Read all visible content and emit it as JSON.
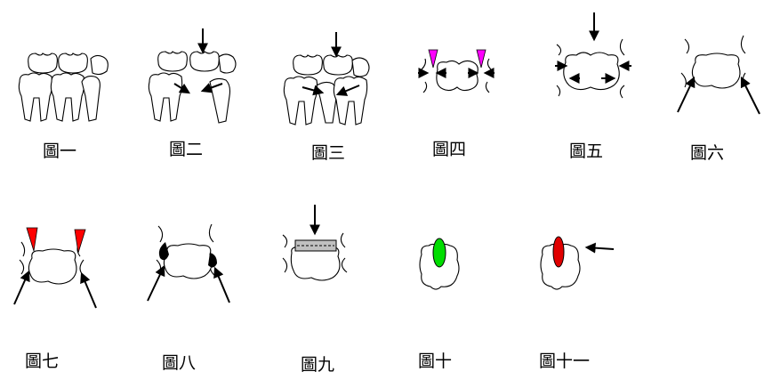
{
  "captions": {
    "fig1": "圖一",
    "fig2": "圖二",
    "fig3": "圖三",
    "fig4": "圖四",
    "fig5": "圖五",
    "fig6": "圖六",
    "fig7": "圖七",
    "fig8": "圖八",
    "fig9": "圖九",
    "fig10": "圖十",
    "fig11": "圖十一"
  },
  "colors": {
    "outline": "#000000",
    "magenta_marker": "#ff00ff",
    "red_marker": "#ff0000",
    "green_marker": "#00dd00",
    "dark_red_marker": "#e00000",
    "black_fill": "#000000",
    "gray_band": "#c0c0c0"
  },
  "icons": {
    "arrow": "solid-black-arrow",
    "tooth": "tooth-outline"
  }
}
